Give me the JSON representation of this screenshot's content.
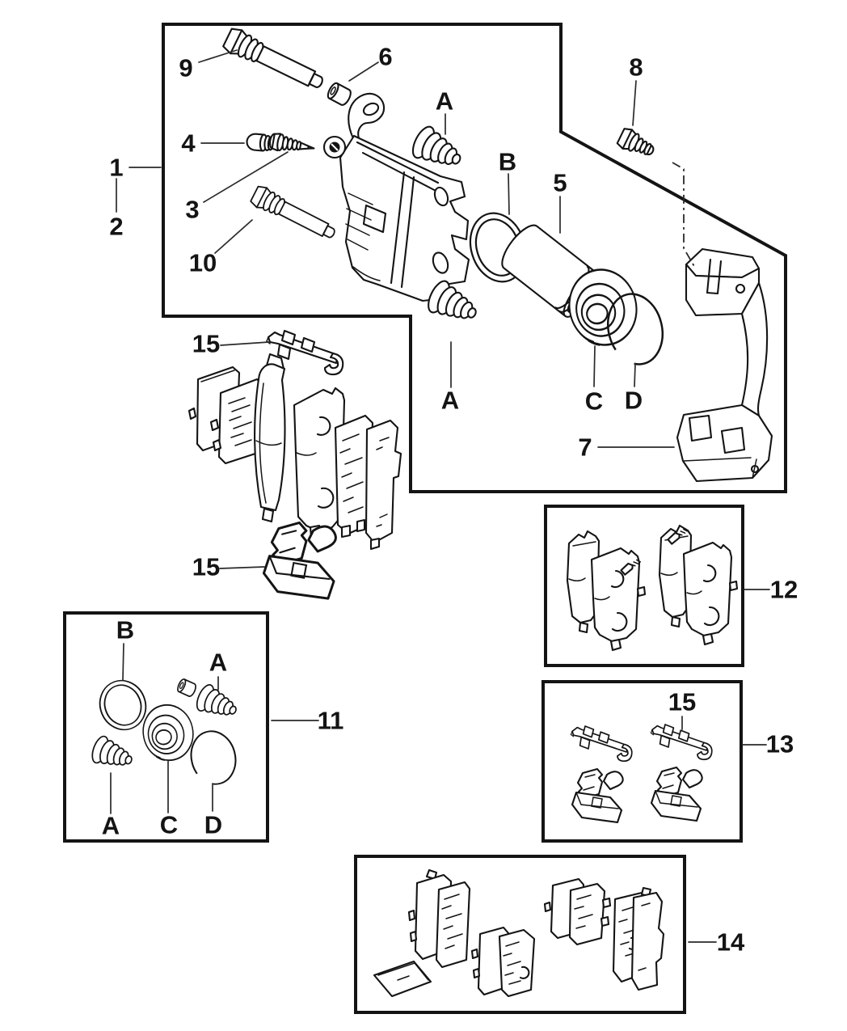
{
  "figure": {
    "background": "#ffffff",
    "line_color": "#141414"
  },
  "callouts": {
    "main": {
      "n1": "1",
      "n2": "2",
      "n3": "3",
      "n4": "4",
      "n5": "5",
      "n6": "6",
      "n7": "7",
      "n8": "8",
      "n9": "9",
      "n10": "10",
      "boot_top": "A",
      "boot_bottom": "A",
      "piston_seal": "B",
      "piston_boot": "C",
      "retaining_ring": "D"
    },
    "pad_stack": {
      "clip_top": "15",
      "clip_bottom": "15"
    },
    "box11": {
      "id": "11",
      "oring": "B",
      "boot_right": "A",
      "boot_left": "A",
      "piston_boot": "C",
      "retaining_ring": "D"
    },
    "box12": {
      "id": "12"
    },
    "box13": {
      "id": "13",
      "clip": "15"
    },
    "box14": {
      "id": "14"
    }
  }
}
